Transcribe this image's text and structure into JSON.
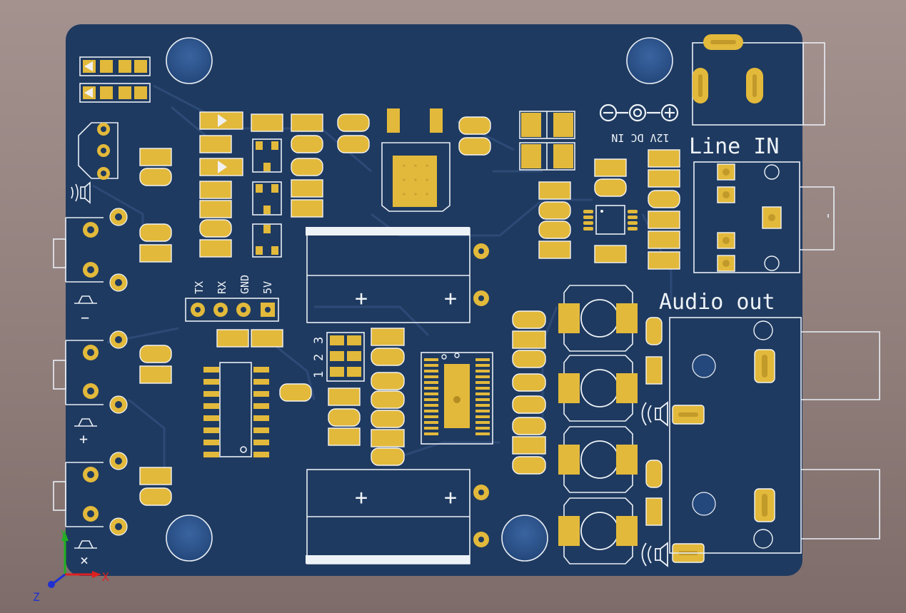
{
  "board": {
    "labels": {
      "line_in": "Line IN",
      "audio_out": "Audio out",
      "dc_in": "12V DC IN",
      "ch_1": "1",
      "ch_2": "2",
      "ch_3": "3"
    },
    "uart_header": [
      "TX",
      "RX",
      "GND",
      "5V"
    ],
    "button_labels": {
      "minus": "−",
      "plus": "+",
      "mute": "×"
    },
    "cap_polarity": "+",
    "axes": {
      "x": "X",
      "y": "Y",
      "z": "Z"
    }
  },
  "colors": {
    "board": "#1f3a60",
    "copper_pad": "#e2b93b",
    "silkscreen": "#eef3f8",
    "hole": "#2c5285",
    "axis_x": "#e02020",
    "axis_y": "#20b020",
    "axis_z": "#2030d0"
  }
}
